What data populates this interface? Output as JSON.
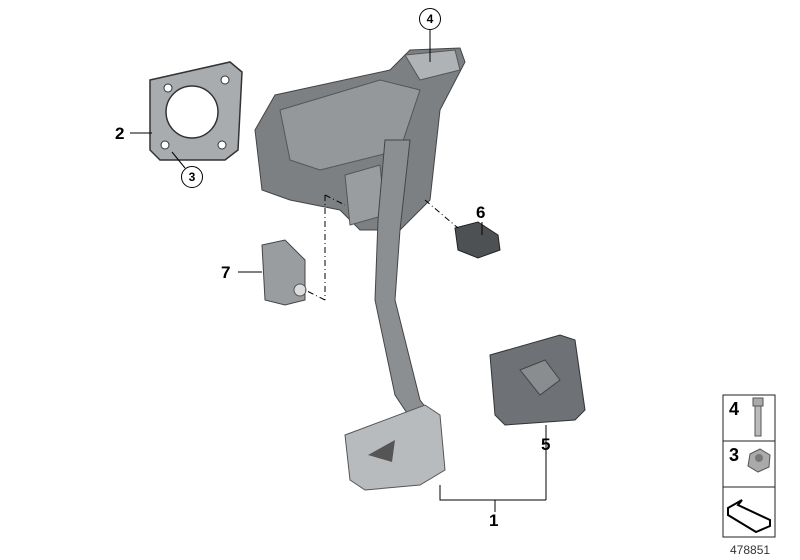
{
  "callouts": {
    "c1": "1",
    "c2": "2",
    "c3": "3",
    "c4": "4",
    "c5": "5",
    "c6": "6",
    "c7": "7"
  },
  "legend": {
    "rows": [
      {
        "number": "4",
        "icon": "bolt-icon"
      },
      {
        "number": "3",
        "icon": "hex-flange-nut-icon"
      },
      {
        "number": "",
        "icon": "direction-arrow-icon"
      }
    ]
  },
  "diagram_number": "478851",
  "colors": {
    "part": "#8a8d90",
    "part_dark": "#5d6063",
    "part_light": "#b9bcbf",
    "pad": "#6b6e72"
  }
}
